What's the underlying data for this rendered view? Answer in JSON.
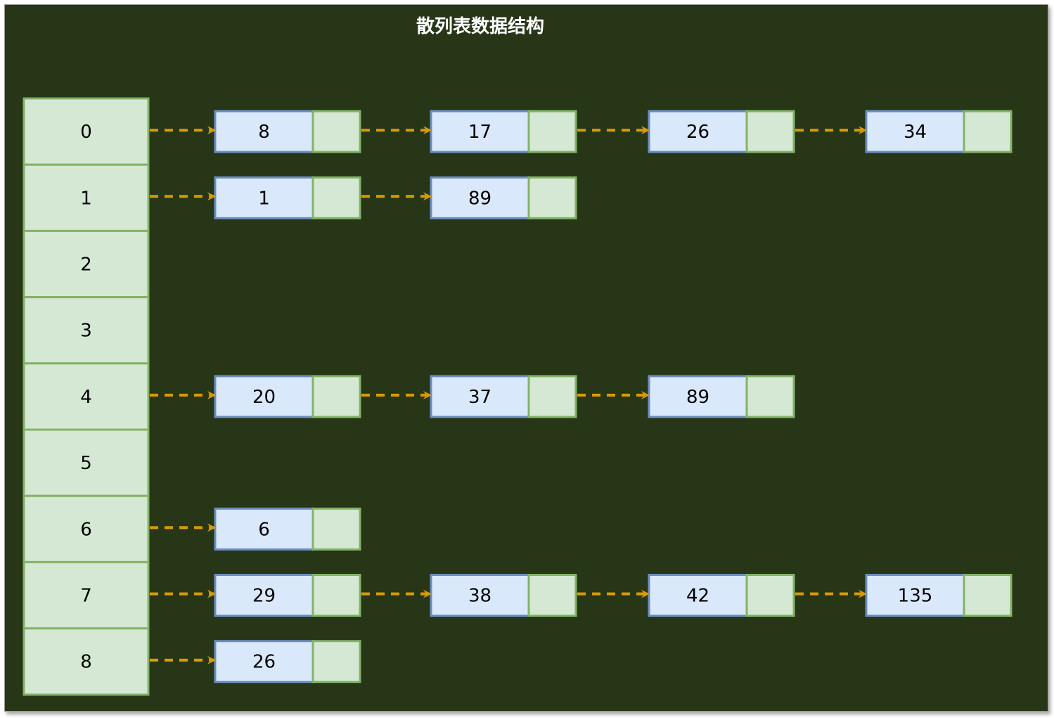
{
  "title": "散列表数据结构",
  "colors": {
    "background": "#283618",
    "bucket_fill": "#d5e8d4",
    "bucket_stroke": "#82b366",
    "value_fill": "#dae8fc",
    "value_stroke": "#6c8ebf",
    "next_fill": "#d5e8d4",
    "next_stroke": "#82b366",
    "arrow": "#d79b00",
    "title": "#ffffff"
  },
  "buckets": [
    {
      "index": "0",
      "chain": [
        "8",
        "17",
        "26",
        "34"
      ]
    },
    {
      "index": "1",
      "chain": [
        "1",
        "89"
      ]
    },
    {
      "index": "2",
      "chain": []
    },
    {
      "index": "3",
      "chain": []
    },
    {
      "index": "4",
      "chain": [
        "20",
        "37",
        "89"
      ]
    },
    {
      "index": "5",
      "chain": []
    },
    {
      "index": "6",
      "chain": [
        "6"
      ]
    },
    {
      "index": "7",
      "chain": [
        "29",
        "38",
        "42",
        "135"
      ]
    },
    {
      "index": "8",
      "chain": [
        "26"
      ]
    }
  ]
}
